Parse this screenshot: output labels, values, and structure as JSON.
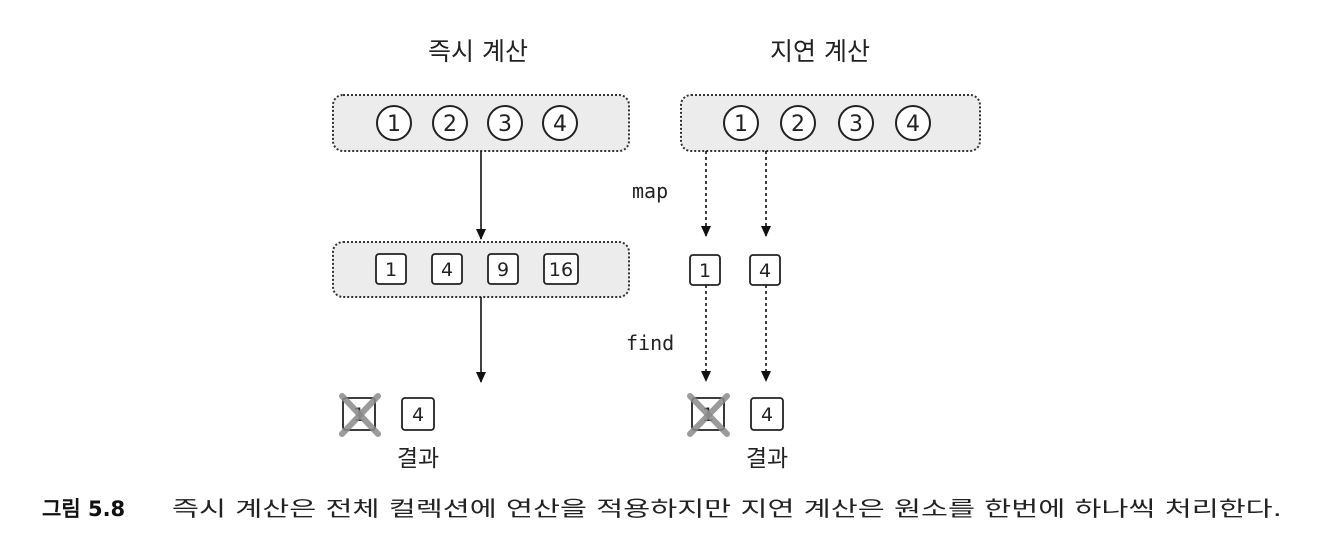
{
  "eager": {
    "title": "즉시 계산",
    "input": [
      "1",
      "2",
      "3",
      "4"
    ],
    "mapped": [
      "1",
      "4",
      "9",
      "16"
    ],
    "discarded": "1",
    "result": "4",
    "result_label": "결과"
  },
  "lazy": {
    "title": "지연 계산",
    "input": [
      "1",
      "2",
      "3",
      "4"
    ],
    "map_label": "map",
    "find_label": "find",
    "mapped": [
      "1",
      "4"
    ],
    "discarded": "1",
    "result": "4",
    "result_label": "결과"
  },
  "caption": {
    "label": "그림 5.8",
    "text": "즉시 계산은 전체 컬렉션에 연산을 적용하지만 지연 계산은 원소를 한번에 하나씩 처리한다."
  }
}
